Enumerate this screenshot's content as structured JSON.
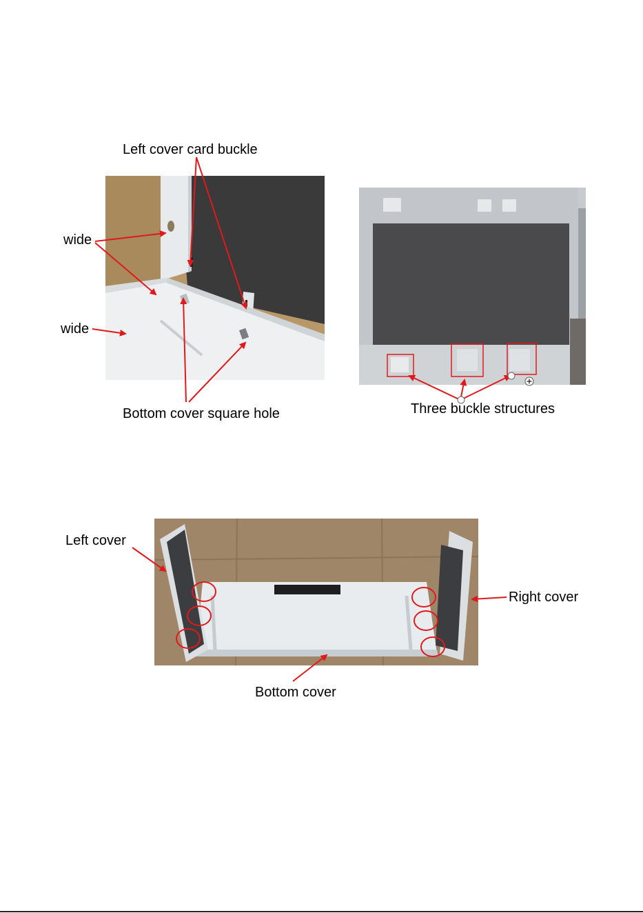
{
  "figure1": {
    "label_left_cover_card_buckle": "Left cover card buckle",
    "label_wide_1": "wide",
    "label_wide_2": "wide",
    "label_bottom_cover_square_hole": "Bottom cover square hole"
  },
  "figure2": {
    "label_three_buckle_structures": "Three buckle structures"
  },
  "figure3": {
    "label_left_cover": "Left cover",
    "label_right_cover": "Right cover",
    "label_bottom_cover": "Bottom cover"
  },
  "colors": {
    "annotation": "#e0191b",
    "page": "#ffffff",
    "text": "#000000"
  }
}
